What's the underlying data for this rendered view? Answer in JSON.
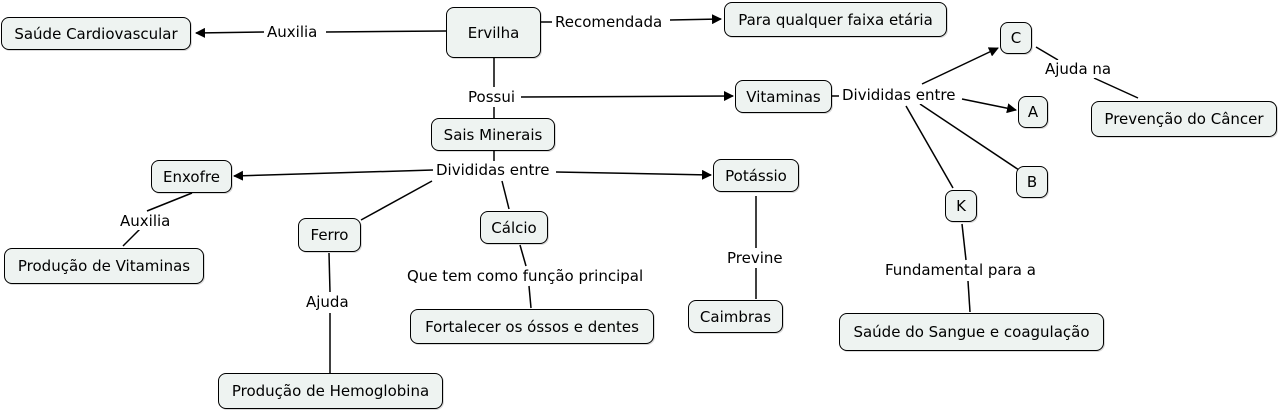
{
  "concepts": {
    "ervilha": "Ervilha",
    "saude_cardiovascular": "Saúde Cardiovascular",
    "faixa_etaria": "Para qualquer faixa etária",
    "vitaminas": "Vitaminas",
    "c": "C",
    "a": "A",
    "b": "B",
    "k": "K",
    "prevencao_cancer": "Prevenção do Câncer",
    "saude_sangue": "Saúde do Sangue e coagulação",
    "sais_minerais": "Sais Minerais",
    "enxofre": "Enxofre",
    "producao_vitaminas": "Produção de Vitaminas",
    "ferro": "Ferro",
    "producao_hemoglobina": "Produção de Hemoglobina",
    "calcio": "Cálcio",
    "fortalecer": "Fortalecer os óssos e dentes",
    "potassio": "Potássio",
    "caimbras": "Caimbras"
  },
  "links": {
    "auxilia_top": "Auxilia",
    "recomendada": "Recomendada",
    "possui": "Possui",
    "divididas_vitaminas": "Divididas entre",
    "ajuda_na": "Ajuda na",
    "fundamental": "Fundamental para a",
    "divididas_sais": "Divididas entre",
    "auxilia_enxofre": "Auxilia",
    "ajuda_ferro": "Ajuda",
    "funcao_principal": "Que tem como função principal",
    "previne": "Previne"
  }
}
